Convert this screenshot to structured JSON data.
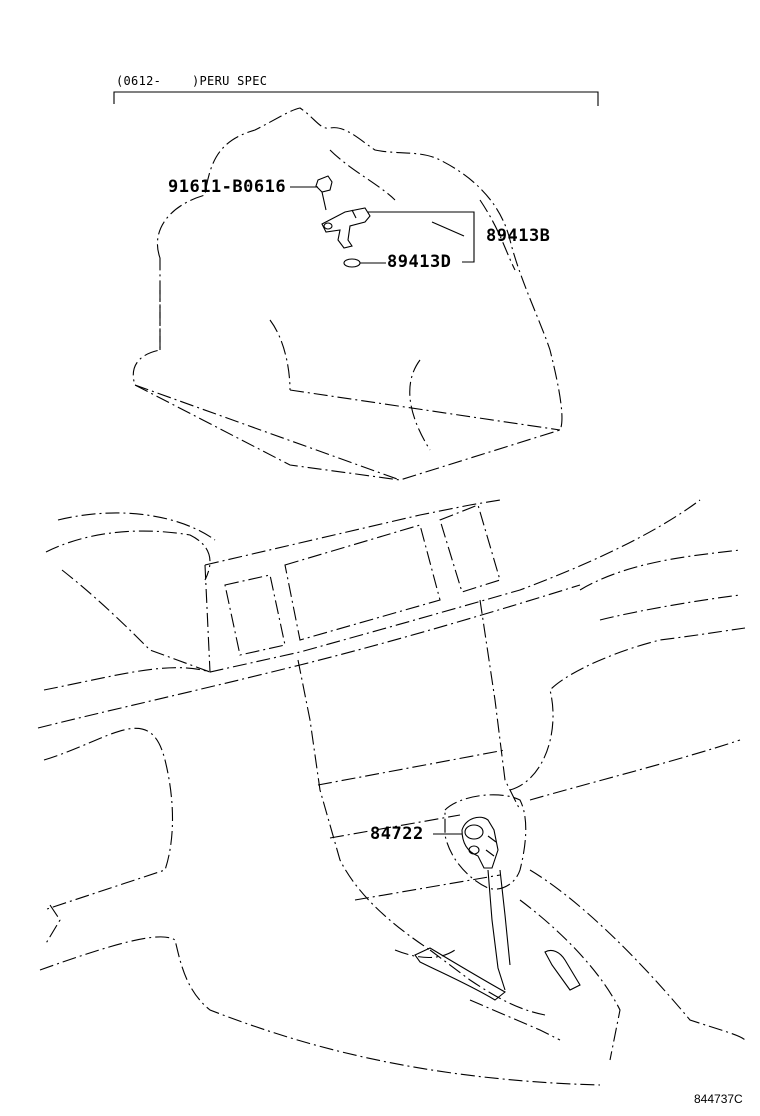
{
  "header": {
    "spec_code": "(0612-",
    "spec_region": ")PERU SPEC"
  },
  "parts": {
    "bolt": "91611-B0616",
    "sensor": "89413B",
    "gasket": "89413D",
    "shift_knob_unit": "84722"
  },
  "figure_number": "844737C"
}
